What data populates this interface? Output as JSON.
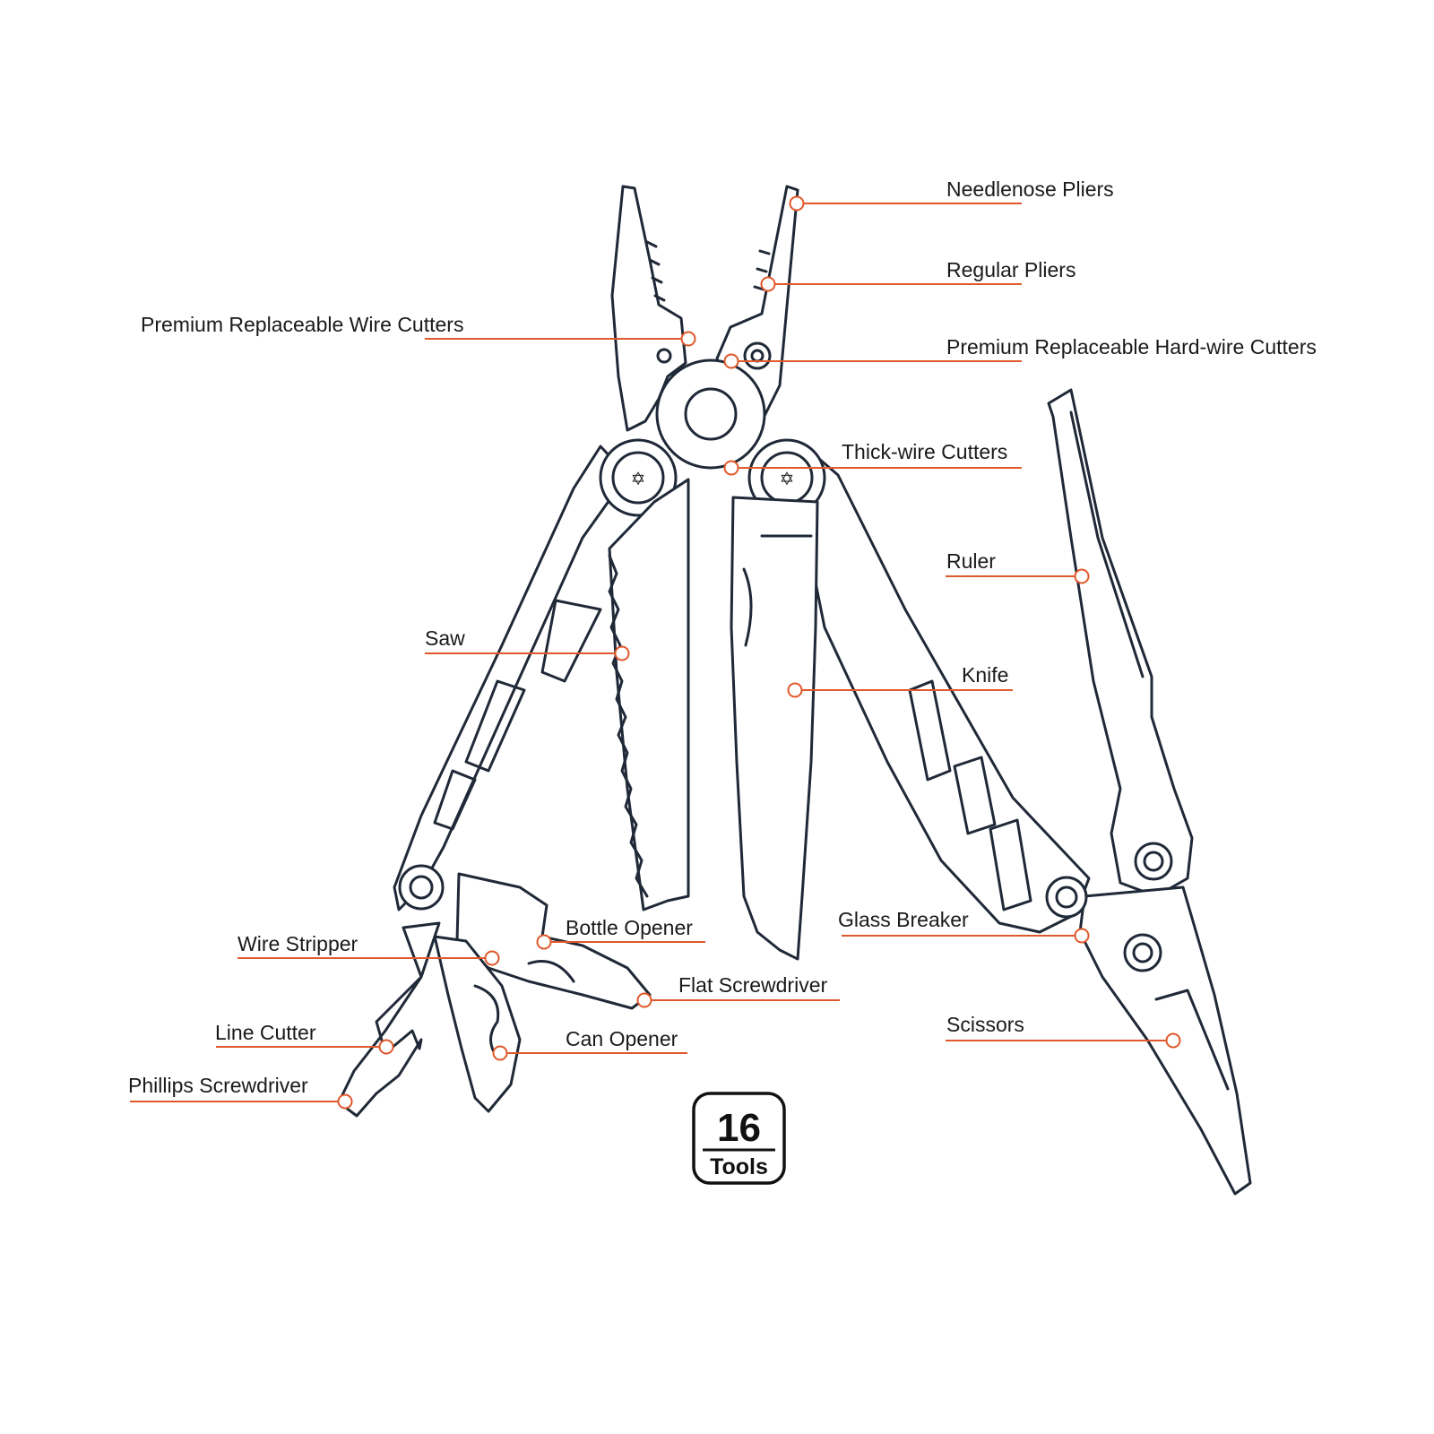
{
  "colors": {
    "accent": "#e0582b",
    "outline": "#1f2937",
    "background": "#ffffff"
  },
  "badge": {
    "number": "16",
    "label": "Tools"
  },
  "labels": {
    "needlenose_pliers": "Needlenose Pliers",
    "regular_pliers": "Regular Pliers",
    "premium_wire_cutters": "Premium Replaceable Wire Cutters",
    "premium_hardwire_cutters": "Premium Replaceable Hard-wire Cutters",
    "thick_wire_cutters": "Thick-wire Cutters",
    "ruler": "Ruler",
    "saw": "Saw",
    "knife": "Knife",
    "glass_breaker": "Glass Breaker",
    "bottle_opener": "Bottle Opener",
    "wire_stripper": "Wire Stripper",
    "flat_screwdriver": "Flat Screwdriver",
    "scissors": "Scissors",
    "line_cutter": "Line Cutter",
    "can_opener": "Can Opener",
    "phillips_screwdriver": "Phillips Screwdriver"
  }
}
